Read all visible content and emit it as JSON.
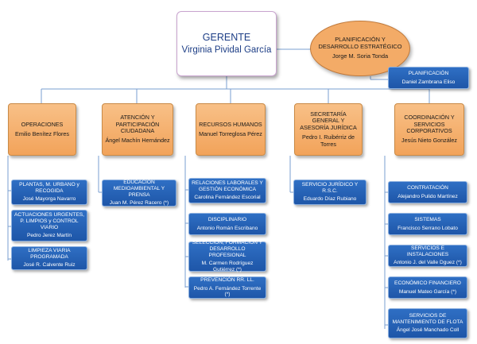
{
  "gerente": {
    "title": "GERENTE",
    "name": "Virginia Pividal García"
  },
  "planificacion_estrategico": {
    "title": "PLANIFICACIÓN Y DESARROLLO ESTRATÉGICO",
    "name": "Jorge M. Soria Tonda"
  },
  "planificacion": {
    "title": "PLANIFICACIÓN",
    "name": "Daniel Zambrana Eliso"
  },
  "departments": [
    {
      "title": "OPERACIONES",
      "name": "Emilio Benítez Flores",
      "units": [
        {
          "title": "PLANTAS, M. URBANO y RECOGIDA",
          "name": "José Mayorga Navarro"
        },
        {
          "title": "ACTUACIONES URGENTES, P. LIMPIOS y CONTROL VIARIO",
          "name": "Pedro Jerez Martín"
        },
        {
          "title": "LIMPIEZA VIARIA PROGRAMADA",
          "name": "José R. Calvente Ruiz"
        }
      ]
    },
    {
      "title": "ATENCIÓN Y PARTICIPACIÓN CIUDADANA",
      "name": "Ángel Machín Hernández",
      "units": [
        {
          "title": "EDUCACIÓN MEDIOAMBIENTAL Y PRENSA",
          "name": "Juan M. Pérez Racero (*)"
        }
      ]
    },
    {
      "title": "RECURSOS HUMANOS",
      "name": "Manuel Torreglosa Pérez",
      "units": [
        {
          "title": "RELACIONES LABORALES Y GESTIÓN ECONÓMICA",
          "name": "Carolina Fernández Escorial"
        },
        {
          "title": "DISCIPLINARIO",
          "name": "Antonio Román Escribano"
        },
        {
          "title": "SELECCIÓN, FORMACIÓN Y DESARROLLO PROFESIONAL",
          "name": "M. Carmen Rodríguez Gutiérrez (*)"
        },
        {
          "title": "PREVENCIÓN RR. LL.",
          "name": "Pedro A. Fernández Torrente (*)"
        }
      ]
    },
    {
      "title": "SECRETARÍA GENERAL Y ASESORÍA JURÍDICA",
      "name": "Pedro I. Ruibérriz de Torres",
      "units": [
        {
          "title": "SERVICIO JURÍDICO Y R.S.C.",
          "name": "Eduardo Díaz Rubiano"
        }
      ]
    },
    {
      "title": "COORDINACIÓN Y SERVICIOS CORPORATIVOS",
      "name": "Jesús Nieto González",
      "units": [
        {
          "title": "CONTRATACIÓN",
          "name": "Alejandro Pulido Martínez"
        },
        {
          "title": "SISTEMAS",
          "name": "Francisco Serrano Lobato"
        },
        {
          "title": "SERVICIOS E INSTALACIONES",
          "name": "Antonio J. del Valle Dguez (*)"
        },
        {
          "title": "ECONÓMICO FINANCIERO",
          "name": "Manuel Mateo García (*)"
        },
        {
          "title": "SERVICIOS DE MANTENIMIENTO DE FLOTA",
          "name": "Ángel José Manchado Coll"
        }
      ]
    }
  ]
}
